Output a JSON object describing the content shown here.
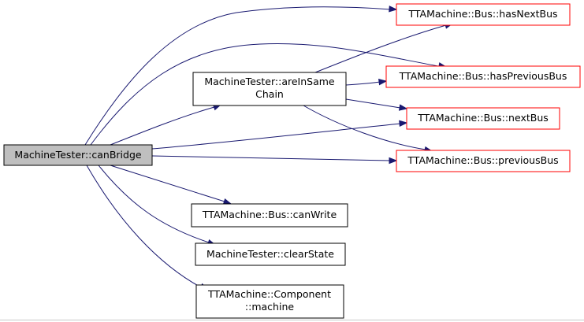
{
  "nodes": {
    "can_bridge": {
      "lines": [
        "MachineTester::canBridge"
      ],
      "kind": "root"
    },
    "are_in_same_chain": {
      "lines": [
        "MachineTester::areInSame",
        "Chain"
      ],
      "kind": "internal"
    },
    "has_next_bus": {
      "lines": [
        "TTAMachine::Bus::hasNextBus"
      ],
      "kind": "external"
    },
    "has_previous_bus": {
      "lines": [
        "TTAMachine::Bus::hasPreviousBus"
      ],
      "kind": "external"
    },
    "next_bus": {
      "lines": [
        "TTAMachine::Bus::nextBus"
      ],
      "kind": "external"
    },
    "previous_bus": {
      "lines": [
        "TTAMachine::Bus::previousBus"
      ],
      "kind": "external"
    },
    "can_write": {
      "lines": [
        "TTAMachine::Bus::canWrite"
      ],
      "kind": "internal"
    },
    "clear_state": {
      "lines": [
        "MachineTester::clearState"
      ],
      "kind": "internal"
    },
    "component_machine": {
      "lines": [
        "TTAMachine::Component",
        "::machine"
      ],
      "kind": "internal"
    }
  },
  "edges": [
    {
      "from": "can_bridge",
      "to": "has_next_bus"
    },
    {
      "from": "can_bridge",
      "to": "has_previous_bus"
    },
    {
      "from": "can_bridge",
      "to": "are_in_same_chain"
    },
    {
      "from": "can_bridge",
      "to": "next_bus"
    },
    {
      "from": "can_bridge",
      "to": "previous_bus"
    },
    {
      "from": "can_bridge",
      "to": "can_write"
    },
    {
      "from": "can_bridge",
      "to": "clear_state"
    },
    {
      "from": "can_bridge",
      "to": "component_machine"
    },
    {
      "from": "are_in_same_chain",
      "to": "has_next_bus"
    },
    {
      "from": "are_in_same_chain",
      "to": "has_previous_bus"
    },
    {
      "from": "are_in_same_chain",
      "to": "next_bus"
    },
    {
      "from": "are_in_same_chain",
      "to": "previous_bus"
    }
  ],
  "colors": {
    "edge": "#191970",
    "root_fill": "#bfbfbf",
    "external_border": "#ff0000",
    "internal_border": "#000000"
  }
}
